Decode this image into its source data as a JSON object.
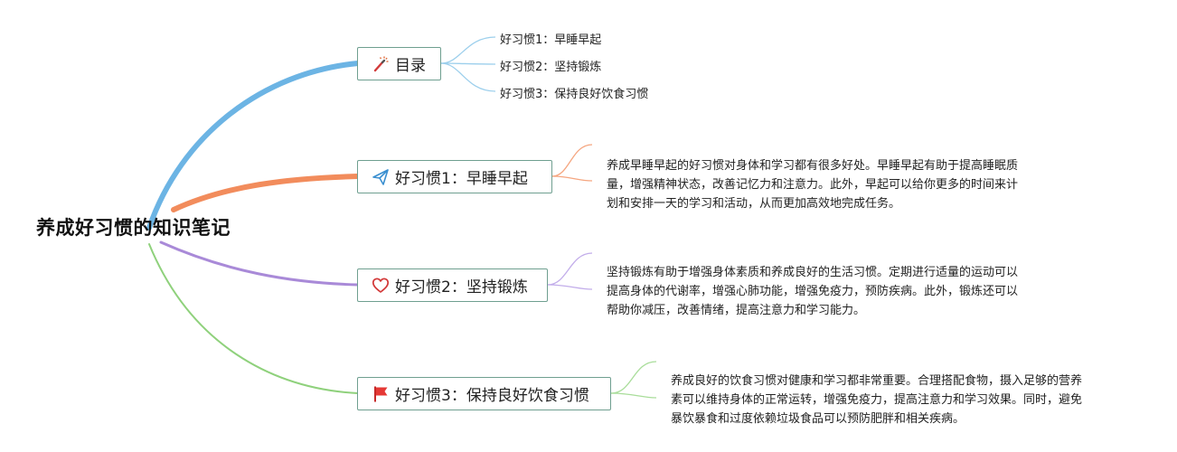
{
  "root": {
    "title": "养成好习惯的知识笔记"
  },
  "toc": {
    "label": "目录",
    "items": [
      "好习惯1：早睡早起",
      "好习惯2：坚持锻炼",
      "好习惯3：保持良好饮食习惯"
    ]
  },
  "habits": [
    {
      "label": "好习惯1：早睡早起",
      "lines": [
        "养成早睡早起的好习惯对身体和学习都有很多好处。早睡早起有助于提高睡眠质",
        "量，增强精神状态，改善记忆力和注意力。此外，早起可以给你更多的时间来计",
        "划和安排一天的学习和活动，从而更加高效地完成任务。"
      ]
    },
    {
      "label": "好习惯2：坚持锻炼",
      "lines": [
        "坚持锻炼有助于增强身体素质和养成良好的生活习惯。定期进行适量的运动可以",
        "提高身体的代谢率，增强心肺功能，增强免疫力，预防疾病。此外，锻炼还可以",
        "帮助你减压，改善情绪，提高注意力和学习能力。"
      ]
    },
    {
      "label": "好习惯3：保持良好饮食习惯",
      "lines": [
        "养成良好的饮食习惯对健康和学习都非常重要。合理搭配食物，摄入足够的营养",
        "素可以维持身体的正常运转，增强免疫力，提高注意力和学习效果。同时，避免",
        "暴饮暴食和过度依赖垃圾食品可以预防肥胖和相关疾病。"
      ]
    }
  ],
  "icons": {
    "toc": "magic-wand-icon",
    "habit1": "paper-plane-icon",
    "habit2": "heart-icon",
    "habit3": "red-flag-icon"
  },
  "colors": {
    "toc": "#6cb4e4",
    "habit1": "#f28c5c",
    "habit2": "#a98ad8",
    "habit3": "#8fd17c",
    "node_border": "#6f9f90"
  }
}
